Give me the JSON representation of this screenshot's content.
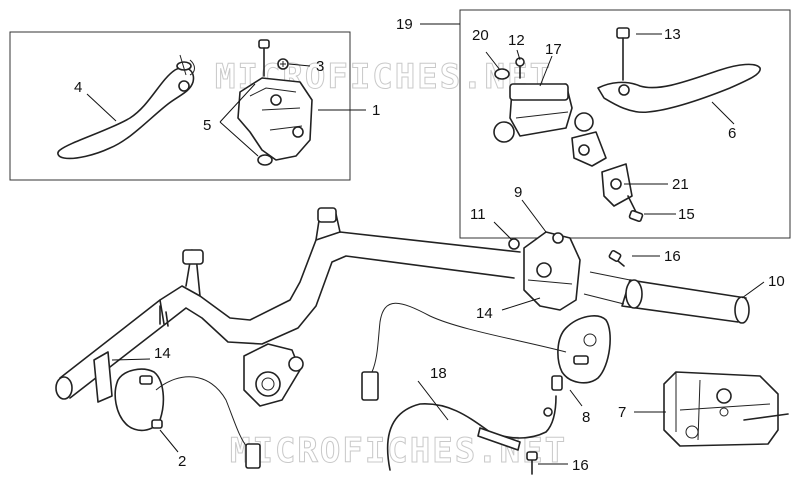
{
  "watermark_text": "MICROFICHES.NET",
  "callouts": {
    "c1": "1",
    "c2": "2",
    "c3": "3",
    "c4": "4",
    "c5": "5",
    "c6": "6",
    "c7": "7",
    "c8": "8",
    "c9": "9",
    "c10": "10",
    "c11": "11",
    "c12": "12",
    "c13": "13",
    "c14a": "14",
    "c14b": "14",
    "c15": "15",
    "c16a": "16",
    "c16b": "16",
    "c17": "17",
    "c18": "18",
    "c19": "19",
    "c20": "20",
    "c21": "21"
  }
}
